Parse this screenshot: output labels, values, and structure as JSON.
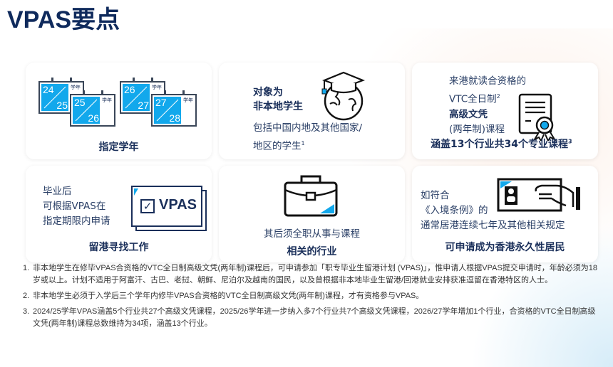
{
  "title": "VPAS要点",
  "colors": {
    "navy": "#1a2f5a",
    "accent": "#12a8ec"
  },
  "cards": [
    {
      "icon": "calendar-icon",
      "calendars": [
        {
          "top": "24",
          "bottom": "25"
        },
        {
          "top": "25",
          "bottom": "26"
        },
        {
          "top": "26",
          "bottom": "27"
        },
        {
          "top": "27",
          "bottom": "28"
        }
      ],
      "calendar_label": "学年",
      "caption": "指定学年"
    },
    {
      "icon": "graduate-globe-icon",
      "heading_1": "对象为",
      "heading_2": "非本地学生",
      "desc_1": "包括中国内地及其他国家/",
      "desc_2": "地区的学生",
      "sup": "1"
    },
    {
      "icon": "certificate-icon",
      "line_1": "来港就读合资格的",
      "line_2": "VTC全日制",
      "sup_2": "2",
      "line_3": "高级文凭",
      "line_4": "(两年制)课程",
      "caption": "涵盖13个行业共34个专业课程",
      "sup_3": "3"
    },
    {
      "icon": "vpas-checkbox-icon",
      "badge": "VPAS",
      "line_1": "毕业后",
      "line_2": "可根据VPAS在",
      "line_3": "指定期限内申请",
      "caption": "留港寻找工作"
    },
    {
      "icon": "briefcase-icon",
      "line_1": "其后须全职从事与课程",
      "caption": "相关的行业"
    },
    {
      "icon": "id-card-hand-icon",
      "line_1": "如符合",
      "line_2": "《入境条例》的",
      "line_3": "通常居港连续七年及其他相关规定",
      "caption": "可申请成为香港永久性居民"
    }
  ],
  "notes": [
    {
      "num": "1.",
      "text": "非本地学生在修毕VPAS合资格的VTC全日制高级文凭(两年制)课程后，可申请参加「职专毕业生留港计划 (VPAS)」，惟申请人根据VPAS提交申请时，年龄必须为18岁或以上。计划不适用于阿富汗、古巴、老挝、朝鲜、尼泊尔及越南的国民，以及曾根据非本地毕业生留港/回港就业安排获准逗留在香港特区的人士。"
    },
    {
      "num": "2.",
      "text": "非本地学生必须于入学后三个学年内修毕VPAS合资格的VTC全日制高级文凭(两年制)课程，才有资格参与VPAS。"
    },
    {
      "num": "3.",
      "text": "2024/25学年VPAS涵盖5个行业共27个高级文凭课程，2025/26学年进一步纳入多7个行业共7个高级文凭课程，2026/27学年增加1个行业，合资格的VTC全日制高级文凭(两年制)课程总数维持为34项，涵盖13个行业。"
    }
  ]
}
